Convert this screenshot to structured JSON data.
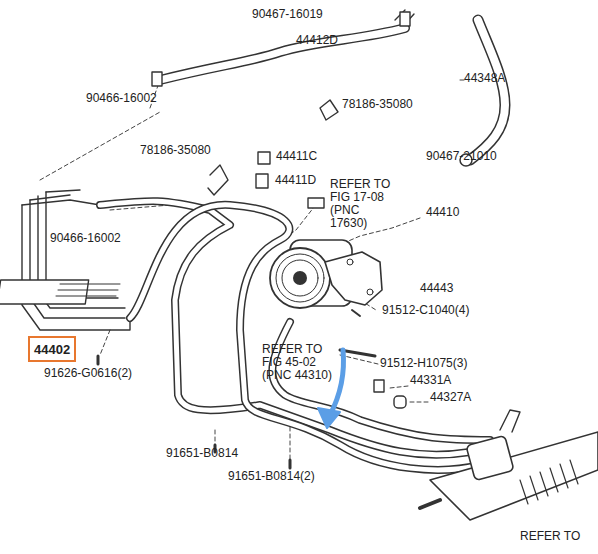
{
  "diagram": {
    "nodes": [
      {
        "text": [
          "44402"
        ]
      }
    ],
    "labels": [
      "90467-16019",
      "44412D",
      "90466-16002",
      "78186-35080",
      "44348A",
      "90467-21010",
      "78186-35080",
      "44411C",
      "44411D",
      "REFER TO FIG 17-08 (PNC 17630)",
      "44410",
      "90466-16002",
      "44443",
      "91512-C1040(4)",
      "REFER TO FIG 45-02 (PNC 44310)",
      "91512-H1075(3)",
      "44331A",
      "44327A",
      "91626-G0616(2)",
      "91651-B0814",
      "91651-B0814(2)",
      "REFER TO"
    ]
  }
}
